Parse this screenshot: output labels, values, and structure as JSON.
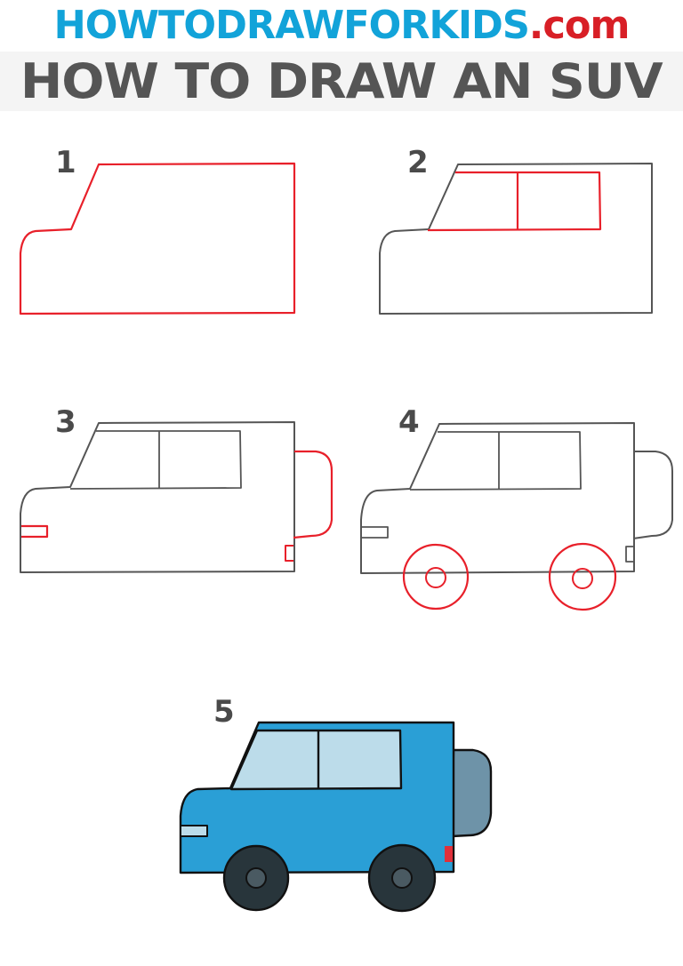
{
  "header": {
    "site_name_main": "HOWTODRAWFORKIDS",
    "site_name_tld": ".com",
    "title": "HOW TO DRAW AN SUV"
  },
  "colors": {
    "site_blue": "#12a3d9",
    "site_red": "#d81f26",
    "title_gray": "#555555",
    "band_gray": "#f4f4f4",
    "new_line_red": "#e8202a",
    "old_line_gray": "#555555",
    "body_blue": "#2a9fd6",
    "window_light": "#bcdcea",
    "spare_tire_gray": "#6e93a8",
    "tire_dark": "#28353b",
    "hub_gray": "#4a5a62",
    "taillight_red": "#e0303a",
    "outline_black": "#111111"
  },
  "steps": [
    {
      "number": "1",
      "description": "Draw the body outline of the SUV"
    },
    {
      "number": "2",
      "description": "Add the windows"
    },
    {
      "number": "3",
      "description": "Add the headlight, spare tire and tail light"
    },
    {
      "number": "4",
      "description": "Draw the wheels"
    },
    {
      "number": "5",
      "description": "Color the SUV"
    }
  ]
}
